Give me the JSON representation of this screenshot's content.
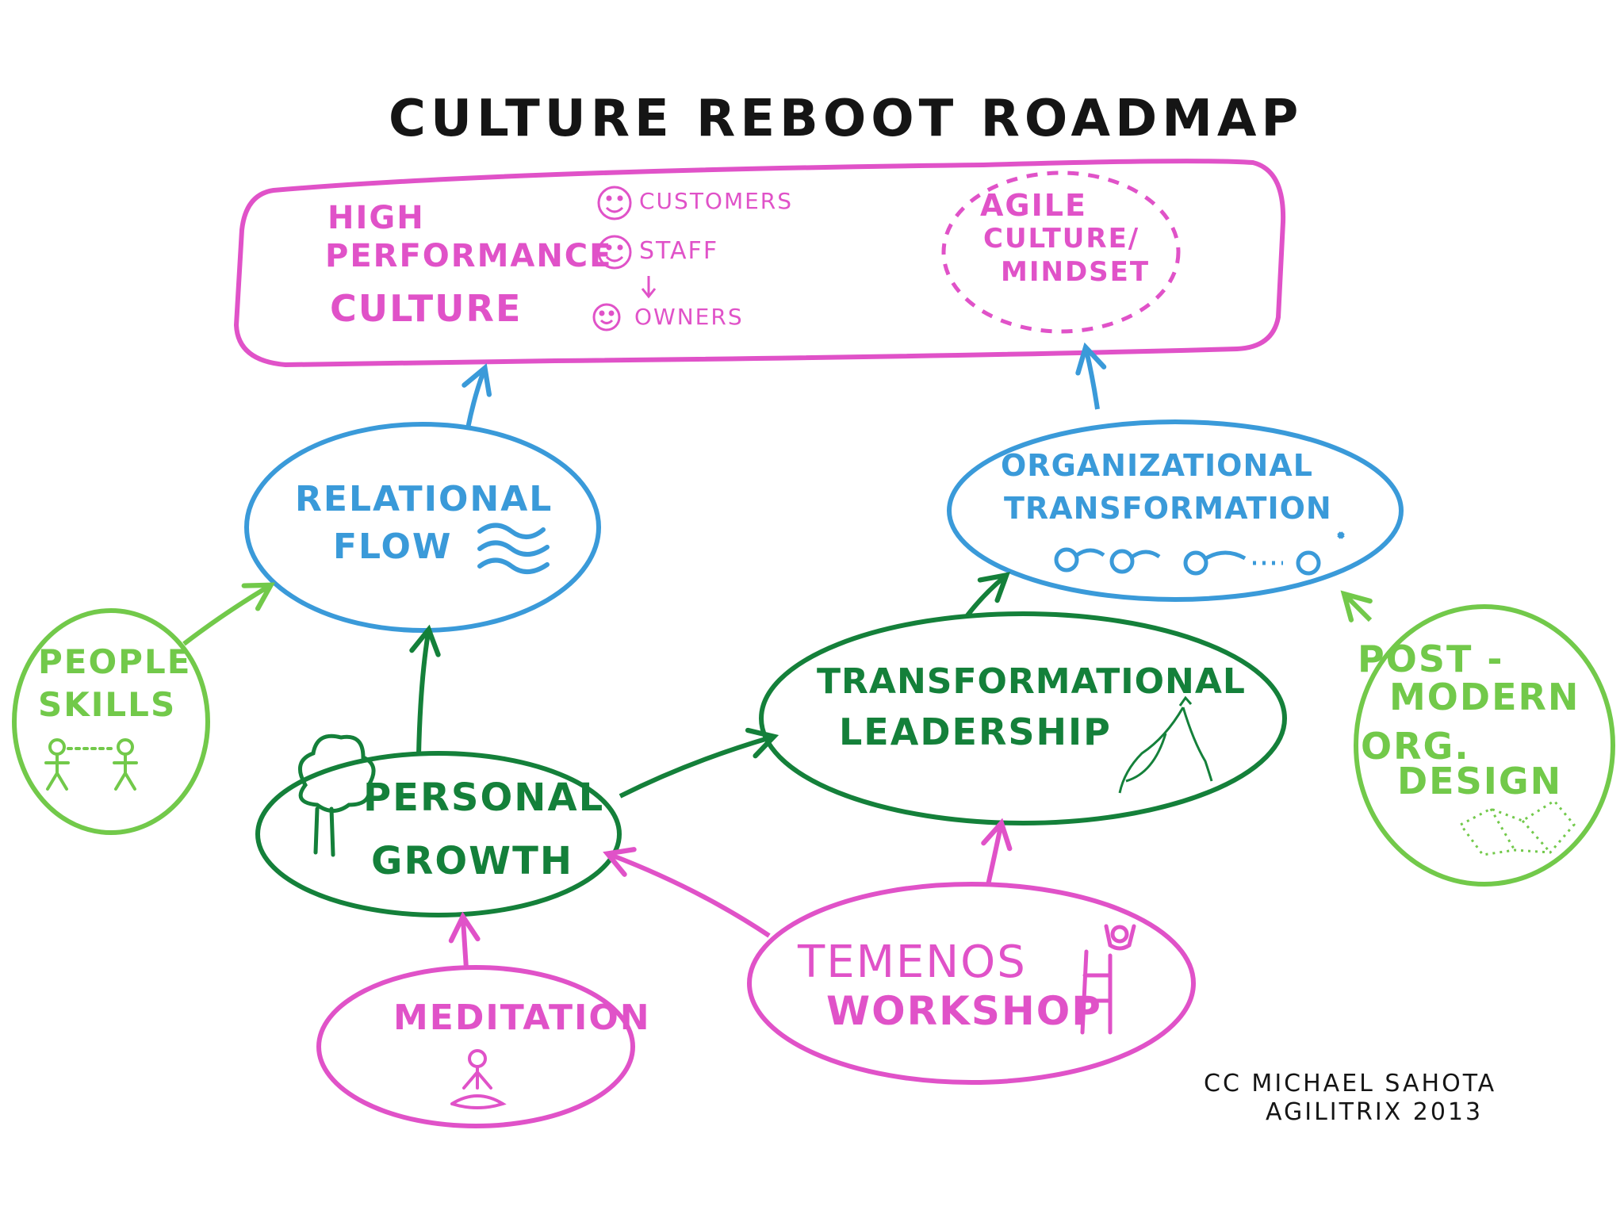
{
  "title": "Culture Reboot Roadmap",
  "goal": {
    "lines": [
      "High",
      "Performance",
      "Culture"
    ],
    "stakeholders": [
      "Customers",
      "Staff",
      "Owners"
    ],
    "agile": [
      "Agile",
      "Culture/",
      "Mindset"
    ]
  },
  "nodes": {
    "relational_flow": [
      "Relational",
      "Flow"
    ],
    "organizational_transformation": [
      "Organizational",
      "Transformation"
    ],
    "people_skills": [
      "People",
      "Skills"
    ],
    "personal_growth": [
      "Personal",
      "Growth"
    ],
    "transformational_leadership": [
      "Transformational",
      "Leadership"
    ],
    "postmodern_org_design": [
      "Post -",
      "Modern",
      "Org.",
      "Design"
    ],
    "meditation": [
      "Meditation"
    ],
    "temenos_workshop": [
      "Temenos",
      "Workshop"
    ]
  },
  "credit": [
    "CC Michael Sahota",
    "Agilitrix 2013"
  ],
  "colors": {
    "pink": "#e052c8",
    "blue": "#3a9ad9",
    "dark_green": "#14803a",
    "light_green": "#72c94a",
    "ink": "#151515"
  }
}
